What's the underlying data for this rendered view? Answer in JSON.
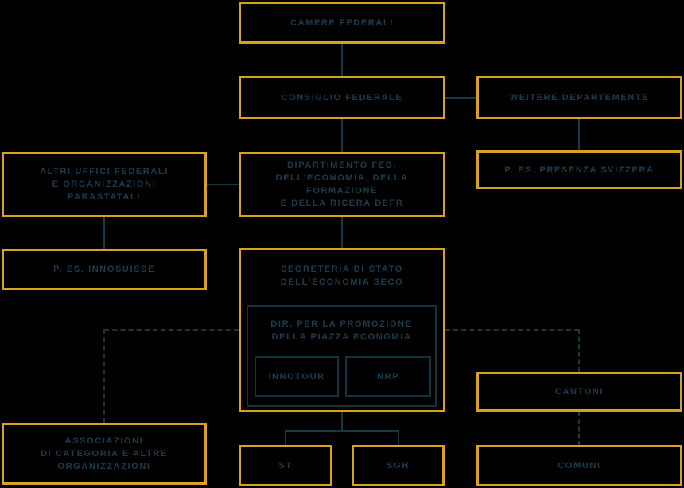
{
  "palette": {
    "background": "#000000",
    "box_border_gold": "#D7A21F",
    "inner_border_teal": "#17323F",
    "connector_teal": "#1B3744",
    "text_color": "#1D3B4C"
  },
  "nodes": {
    "camere": "CAMERE FEDERALI",
    "consiglio": "CONSIGLIO FEDERALE",
    "weitere": "WEITERE DEPARTEMENTE",
    "altri": "ALTRI UFFICI FEDERALI\nE ORGANIZZAZIONI\nPARASTATALI",
    "dipartimento": "DIPARTIMENTO FED.\nDELL'ECONOMIA, DELLA FORMAZIONE\nE DELLA RICERA DEFR",
    "presenza": "P. ES. PRESENZA SVIZZERA",
    "innosuisse": "P. ES. INNOSUISSE",
    "seco": "SEGRETERIA DI STATO\nDELL'ECONOMIA SECO",
    "dir": "DIR. PER LA PROMOZIONE\nDELLA PIAZZA ECONOMIA",
    "innotour": "INNOTOUR",
    "nrp": "NRP",
    "cantoni": "CANTONI",
    "associazioni": "ASSOCIAZIONI\nDI CATEGORIA E ALTRE\nORGANIZZAZIONI",
    "st": "ST",
    "sgh": "SGH",
    "comuni": "COMUNI"
  },
  "edges": [
    {
      "from": "camere",
      "to": "consiglio",
      "style": "solid"
    },
    {
      "from": "consiglio",
      "to": "weitere",
      "style": "solid"
    },
    {
      "from": "weitere",
      "to": "presenza",
      "style": "solid"
    },
    {
      "from": "consiglio",
      "to": "dipartimento",
      "style": "solid"
    },
    {
      "from": "dipartimento",
      "to": "altri",
      "style": "solid"
    },
    {
      "from": "altri",
      "to": "innosuisse",
      "style": "solid"
    },
    {
      "from": "dipartimento",
      "to": "seco",
      "style": "solid"
    },
    {
      "from": "seco",
      "to": "st",
      "style": "solid"
    },
    {
      "from": "seco",
      "to": "sgh",
      "style": "solid"
    },
    {
      "from": "seco",
      "to": "associazioni",
      "style": "dashed"
    },
    {
      "from": "seco",
      "to": "cantoni",
      "style": "dashed"
    },
    {
      "from": "cantoni",
      "to": "comuni",
      "style": "dashed"
    }
  ]
}
